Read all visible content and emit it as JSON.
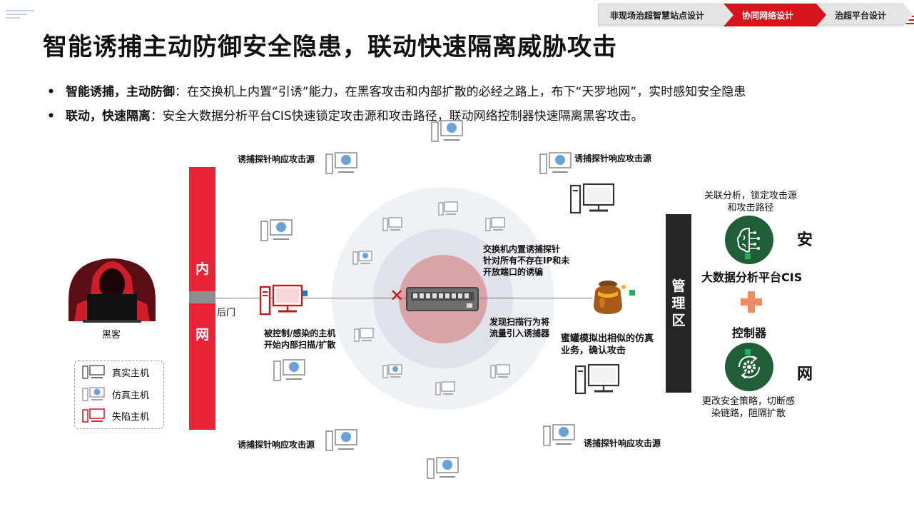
{
  "nav": {
    "crumbs": [
      "非现场治超智慧站点设计",
      "协同网络设计",
      "治超平台设计"
    ]
  },
  "title": "智能诱捕主动防御安全隐患，联动快速隔离威胁攻击",
  "bullets": [
    {
      "bold": "智能诱捕，主动防御",
      "text": "：在交换机上内置“引诱”能力，在黑客攻击和内部扩散的必经之路上，布下“天罗地网”，实时感知安全隐患"
    },
    {
      "bold": "联动，快速隔离",
      "text": "：安全大数据分析平台CIS快速锁定攻击源和攻击路径，联动网络控制器快速隔离黑客攻击。"
    }
  ],
  "bullet_symbol": "•",
  "diagram": {
    "hacker_label": "黑客",
    "wall_top": "内",
    "wall_bottom": "网",
    "backdoor": "后门",
    "probe_labels": [
      "诱捕探针响应攻击源",
      "诱捕探针响应攻击源",
      "诱捕探针响应攻击源",
      "诱捕探针响应攻击源"
    ],
    "infected_host": [
      "被控制/感染的主机",
      "开始内部扫描/扩散"
    ],
    "switch_note": [
      "交换机内置诱捕探针",
      "针对所有不存在IP和未",
      "开放端口的诱骗"
    ],
    "scan_note": [
      "发现扫描行为将",
      "流量引入诱捕器"
    ],
    "honeypot_note": [
      "蜜罐模拟出相似的仿真",
      "业务，确认攻击"
    ],
    "management": [
      "管",
      "理",
      "区"
    ],
    "analysis_note": [
      "关联分析，锁定攻击源",
      "和攻击路径"
    ],
    "cis_label": "大数据分析平台CIS",
    "controller_label": "控制器",
    "policy_note": [
      "更改安全策略，切断感",
      "染链路，阻隔扩散"
    ],
    "side_an": "安",
    "side_wang": "网",
    "block_mark": "✕"
  },
  "legend": [
    {
      "label": "真实主机",
      "icon": "real-host-icon"
    },
    {
      "label": "仿真主机",
      "icon": "emulated-host-icon"
    },
    {
      "label": "失陷主机",
      "icon": "compromised-host-icon"
    }
  ],
  "colors": {
    "accent_red": "#d7141c",
    "wall_red": "#ea2337",
    "dark_green": "#1f5e36",
    "plus_orange": "#ef8b60",
    "mgmt_dark": "#262626"
  }
}
